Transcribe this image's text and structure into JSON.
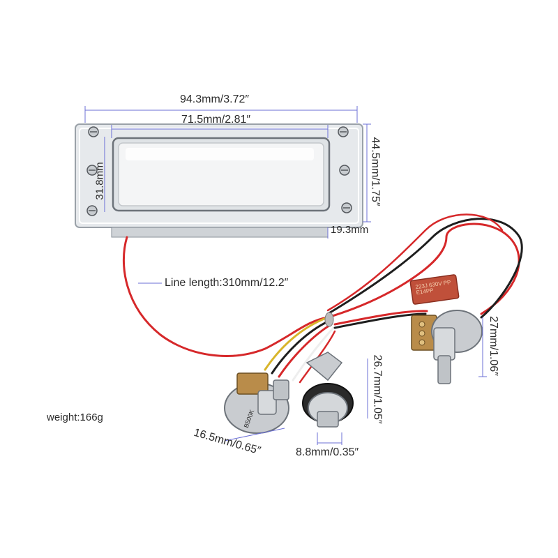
{
  "photo": {
    "subject": "pickup-and-wiring-harness",
    "colors": {
      "chrome": "#d9dde2",
      "chrome_dark": "#8a9098",
      "wire_red": "#d6282a",
      "wire_black": "#1e1e1e",
      "wire_white": "#eeeeee",
      "wire_yellow": "#d8b52b",
      "capacitor": "#c0503a",
      "pot_brass": "#b98c4a",
      "dimension_line": "#6b6fd6"
    }
  },
  "labels": {
    "overall_width": "94.3mm/3.72″",
    "inner_width": "71.5mm/2.81″",
    "height": "44.5mm/1.75″",
    "inner_height": "31.8mm",
    "depth": "19.3mm",
    "line_length": "Line length:310mm/12.2″",
    "weight": "weight:166g",
    "pot_left_diameter": "16.5mm/0.65″",
    "jack_length": "26.7mm/1.05″",
    "jack_diameter": "8.8mm/0.35″",
    "pot_right_length": "27mm/1.06″",
    "pot_left_marking": "B500K",
    "capacitor_marking": "223J 630V PP E14PP"
  }
}
